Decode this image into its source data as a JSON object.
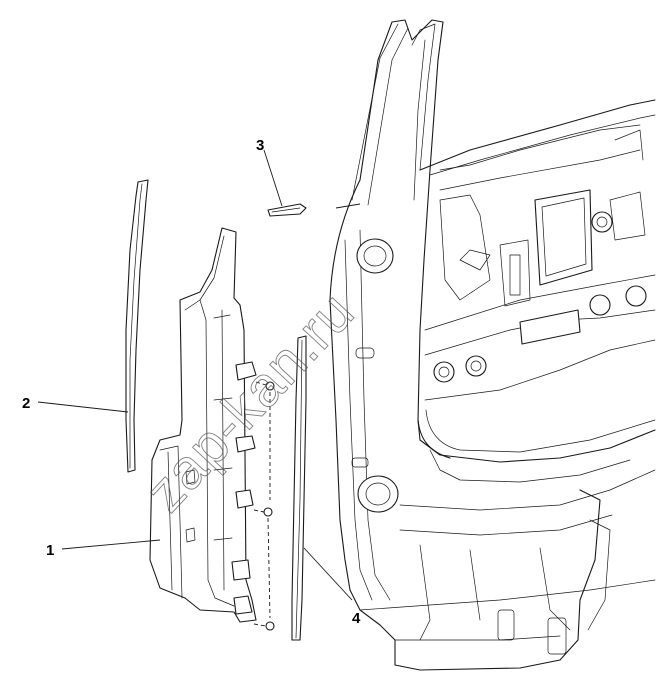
{
  "diagram": {
    "callouts": [
      {
        "id": "1",
        "label": "1"
      },
      {
        "id": "2",
        "label": "2"
      },
      {
        "id": "3",
        "label": "3"
      },
      {
        "id": "4",
        "label": "4"
      }
    ],
    "watermark": "zap-kan.ru",
    "colors": {
      "line": "#1a1a1a",
      "background": "#ffffff"
    }
  }
}
